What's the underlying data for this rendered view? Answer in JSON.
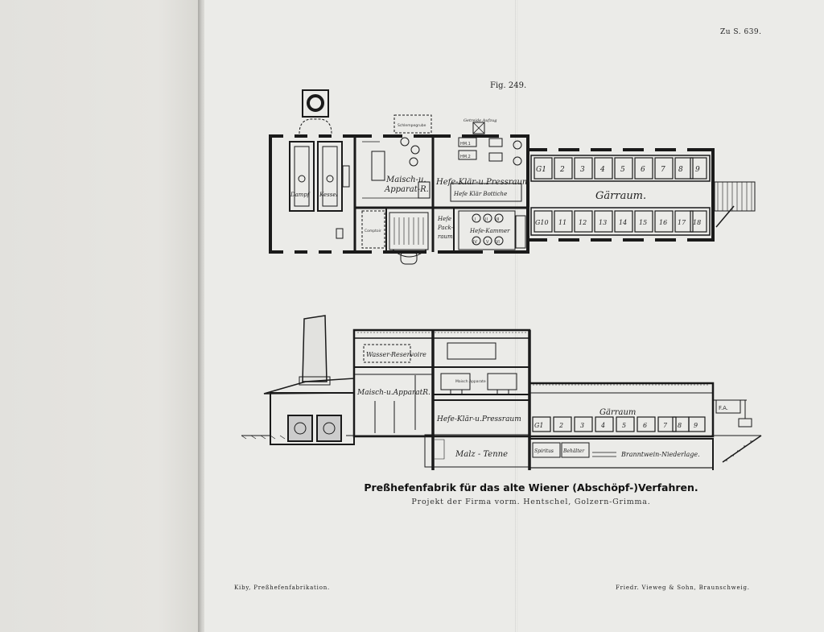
{
  "page_ref": "Zu S. 639.",
  "figure_number": "Fig. 249.",
  "caption": {
    "title": "Preßhefenfabrik für das alte Wiener (Abschöpf-)Verfahren.",
    "subtitle": "Projekt der Firma vorm. Hentschel, Golzern-Grimma."
  },
  "footer": {
    "left": "Kiby, Preßhefenfabrikation.",
    "right": "Friedr. Vieweg & Sohn, Braunschweig."
  },
  "plan": {
    "rooms": {
      "dampf": "Dampf",
      "kessel": "Kessel",
      "maisch_apparat": "Maisch-u.",
      "maisch_apparat_2": "Apparat-R.",
      "hefe_klaer_pressraum": "Hefe-Klär-u.Pressraum",
      "hefe_klaer_bottiche": "Hefe Klär Bottiche",
      "hefe_packraum_1": "Hefe",
      "hefe_packraum_2": "Pack-",
      "hefe_packraum_3": "raum",
      "hefe_kammer": "Hefe-Kammer",
      "gaerraum": "Gärraum.",
      "schlempegrube": "Schlempegrube",
      "getreide_aufzug": "Getreide Aufzug",
      "comptoir": "Comptoir",
      "hm1": "HM.1",
      "hm2": "HM.2"
    },
    "hefe_kammer_cells": [
      "I",
      "II",
      "III",
      "IV",
      "V",
      "VI"
    ],
    "gaer_top": [
      "G1",
      "2",
      "3",
      "4",
      "5",
      "6",
      "7",
      "8",
      "9"
    ],
    "gaer_bottom": [
      "G10",
      "11",
      "12",
      "13",
      "14",
      "15",
      "16",
      "17",
      "18"
    ]
  },
  "section": {
    "wasser": "Wasser-",
    "reservoire": "Reservoire",
    "maisch_apparat": "Maisch-u.ApparatR.",
    "maisch_apparate": "Maisch Apparate",
    "hefe_klaer_pressraum": "Hefe-Klär-u.Pressraum",
    "malz_tenne": "Malz - Tenne",
    "gaerraum": "Gärraum",
    "gaer_cells": [
      "G1",
      "2",
      "3",
      "4",
      "5",
      "6",
      "7",
      "8",
      "9"
    ],
    "spiritus": "Spiritus",
    "behaelter": "Behälter",
    "branntwein": "Branntwein-Niederlage.",
    "fa": "F.A."
  }
}
